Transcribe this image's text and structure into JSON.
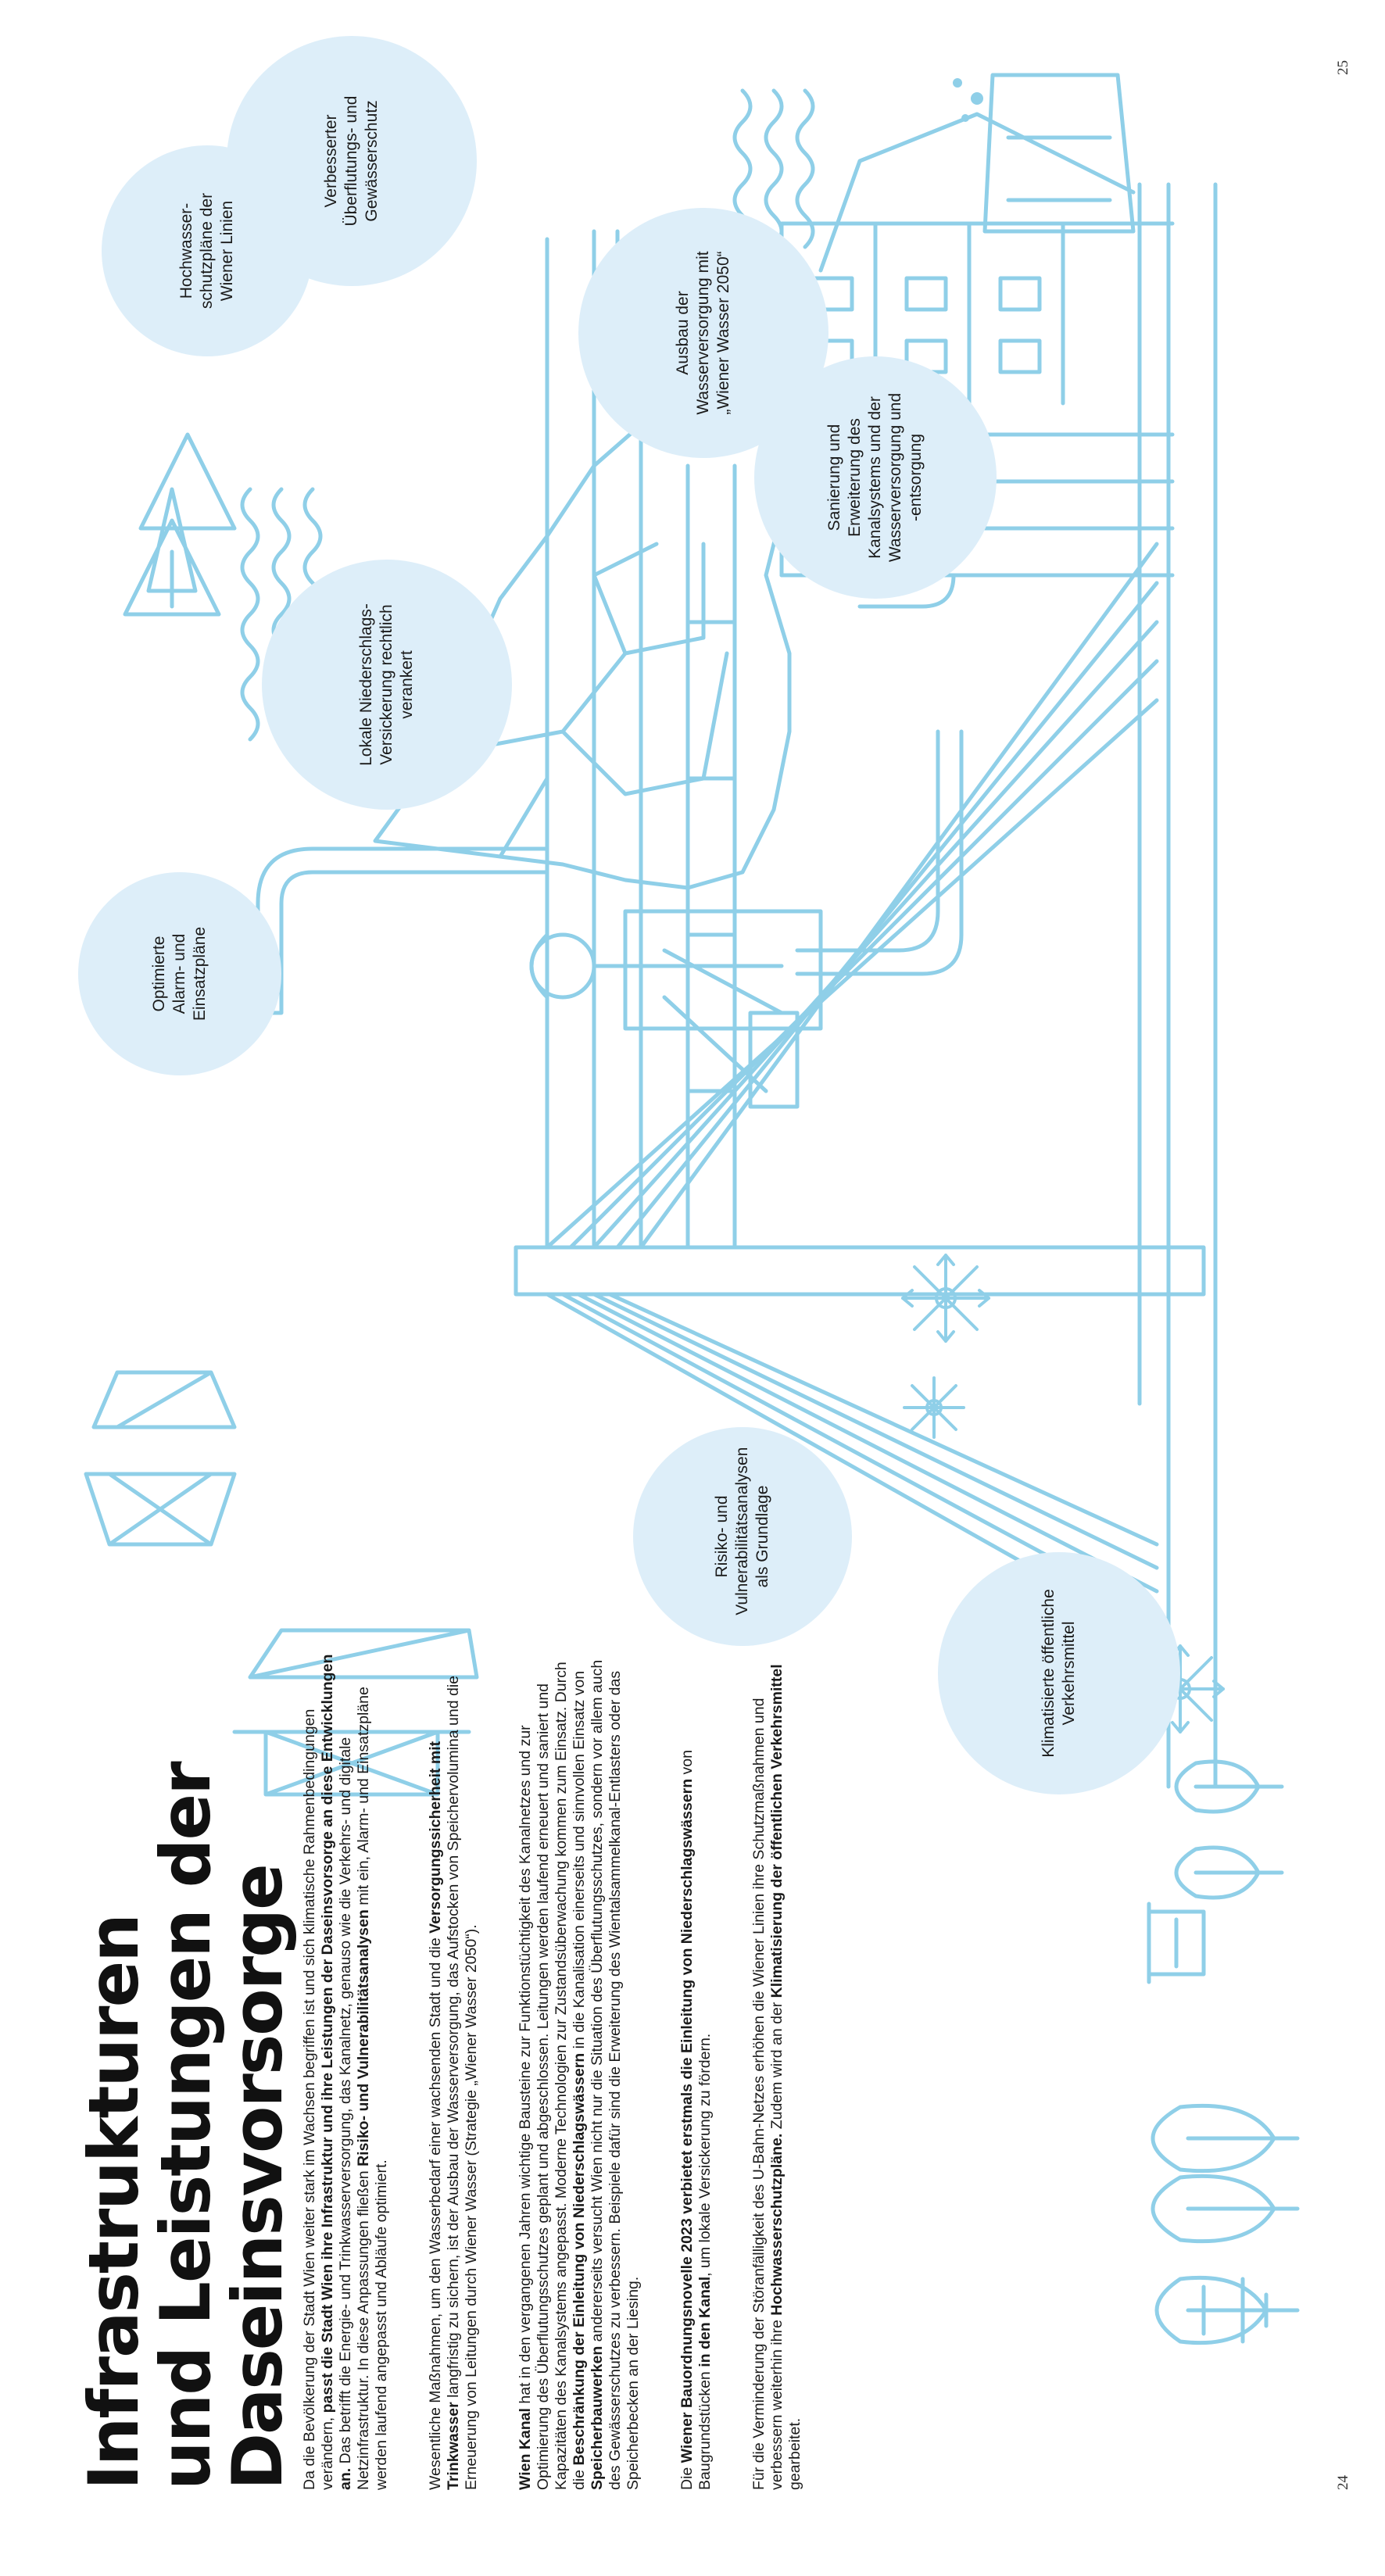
{
  "page": {
    "left_number": "24",
    "right_number": "25",
    "title_lines": [
      "Infrastrukturen",
      "und Leistungen der",
      "Daseinsvorsorge"
    ]
  },
  "paragraphs": [
    {
      "id": "p1",
      "segments": [
        {
          "t": "Da die Bevölkerung der Stadt Wien weiter stark im Wachsen begriffen ist und sich klimatische Rahmenbedingungen verändern, ",
          "b": false
        },
        {
          "t": "passt die Stadt Wien ihre Infrastruktur und ihre Leistungen der Daseinsvorsorge an diese Entwicklungen an.",
          "b": true
        },
        {
          "t": " Das betrifft die Energie- und Trinkwasserversorgung, das Kanalnetz, genauso wie die Verkehrs- und digitale Netzinfrastruktur. In diese Anpassungen fließen ",
          "b": false
        },
        {
          "t": "Risiko- und Vulnerabilitätsanalysen",
          "b": true
        },
        {
          "t": " mit ein, Alarm- und Einsatzpläne werden laufend angepasst und Abläufe optimiert.",
          "b": false
        }
      ]
    },
    {
      "id": "p2",
      "segments": [
        {
          "t": "Wesentliche Maßnahmen, um den Wasserbedarf einer wachsenden Stadt und die ",
          "b": false
        },
        {
          "t": "Versorgungssicherheit mit Trinkwasser",
          "b": true
        },
        {
          "t": " langfristig zu sichern, ist der Ausbau der Wasserversorgung, das Aufstocken von Speichervolumina und die Erneuerung von Leitungen durch Wiener Wasser (Strategie „Wiener Wasser 2050“).",
          "b": false
        }
      ]
    },
    {
      "id": "p3",
      "segments": [
        {
          "t": "Wien Kanal",
          "b": true
        },
        {
          "t": " hat in den vergangenen Jahren wichtige Bausteine zur Funktionstüchtigkeit des Kanalnetzes und zur Optimierung des Überflutungsschutzes geplant und abgeschlossen. Leitungen werden laufend erneuert und saniert und Kapazitäten des Kanalsystems angepasst. Moderne Technologien zur Zustandsüberwachung kommen zum Einsatz. Durch die ",
          "b": false
        },
        {
          "t": "Beschränkung der Einleitung von Niederschlagswässern",
          "b": true
        },
        {
          "t": " in die Kanalisation einerseits und sinnvollen Einsatz von ",
          "b": false
        },
        {
          "t": "Speicherbauwerken",
          "b": true
        },
        {
          "t": " andererseits versucht Wien nicht nur die Situation des Überflutungsschutzes, sondern vor allem auch des Gewässerschutzes zu verbessern. Beispiele dafür sind die Erweiterung des Wientalsammelkanal-Entlasters oder das Speicherbecken an der Liesing.",
          "b": false
        }
      ]
    },
    {
      "id": "p4",
      "segments": [
        {
          "t": "Die ",
          "b": false
        },
        {
          "t": "Wiener Bauordnungsnovelle 2023 verbietet erstmals die Einleitung von Niederschlagswässern",
          "b": true
        },
        {
          "t": " von Baugrundstücken ",
          "b": false
        },
        {
          "t": "in den Kanal",
          "b": true
        },
        {
          "t": ", um lokale Versickerung zu fördern.",
          "b": false
        }
      ]
    },
    {
      "id": "p5",
      "segments": [
        {
          "t": "Für die Verminderung der Störanfälligkeit des U-Bahn-Netzes erhöhen die Wiener Linien ihre Schutzmaßnahmen und verbessern weiterhin ihre ",
          "b": false
        },
        {
          "t": "Hochwasserschutzpläne.",
          "b": true
        },
        {
          "t": " Zudem wird an der ",
          "b": false
        },
        {
          "t": "Klimatisierung der öffentlichen Verkehrsmittel",
          "b": true
        },
        {
          "t": " gearbeitet.",
          "b": false
        }
      ]
    }
  ],
  "bubbles": [
    {
      "name": "bubble-alarm-einsatzplaene",
      "text": "Optimierte\nAlarm- und\nEinsatzpläne"
    },
    {
      "name": "bubble-niederschlag",
      "text": "Lokale Niederschlags-\nVersickerung rechtlich\nverankert"
    },
    {
      "name": "bubble-hochwasserschutz",
      "text": "Hochwasser-\nschutzpläne der\nWiener Linien"
    },
    {
      "name": "bubble-ueberflutungsschutz",
      "text": "Verbesserter\nÜberflutungs- und\nGewässerschutz"
    },
    {
      "name": "bubble-wasserversorgung",
      "text": "Ausbau der\nWasserversorgung mit\n„Wiener Wasser 2050“"
    },
    {
      "name": "bubble-kanalsystem",
      "text": "Sanierung und\nErweiterung des\nKanalsystems und der\nWasserversorgung und\n-entsorgung"
    },
    {
      "name": "bubble-risiko",
      "text": "Risiko- und\nVulnerabilitätsanalysen\nals Grundlage"
    },
    {
      "name": "bubble-verkehrsmittel",
      "text": "Klimatisierte öffentliche\nVerkehrsmittel"
    }
  ],
  "colors": {
    "illustration_line": "#8fcfe8",
    "bubble_fill": "#ddeef9",
    "text": "#1a1a1a"
  }
}
